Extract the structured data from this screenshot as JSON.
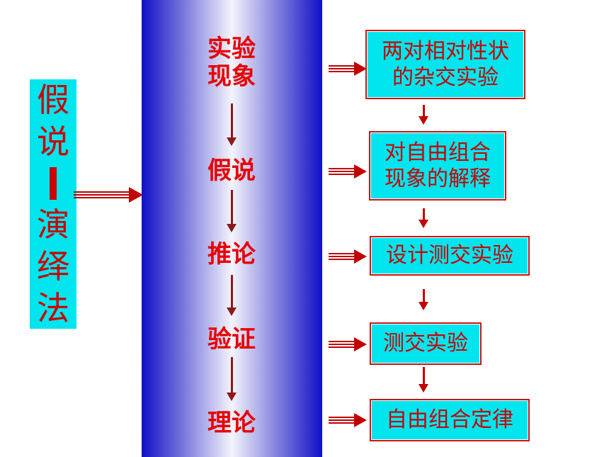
{
  "method_label": [
    "假",
    "说",
    "演",
    "绎",
    "法"
  ],
  "steps": [
    "实验\n现象",
    "假说",
    "推论",
    "验证",
    "理论"
  ],
  "boxes": [
    "两对相对性状\n的杂交实验",
    "对自由组合\n现象的解释",
    "设计测交实验",
    "测交实验",
    "自由组合定律"
  ],
  "colors": {
    "red": "#e60000",
    "cyan": "#00e5ee",
    "band_dark": "#1010c8",
    "dark_red": "#8b1a1a"
  }
}
